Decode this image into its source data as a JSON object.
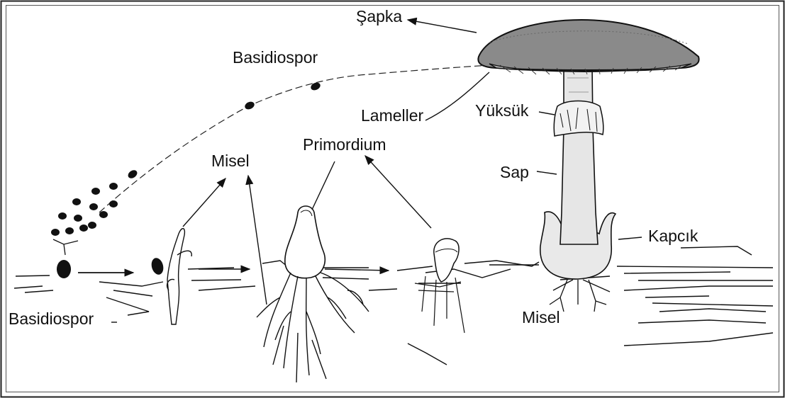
{
  "labels": {
    "sapka": "Şapka",
    "basidiospor_top": "Basidiospor",
    "lameller": "Lameller",
    "yuksuk": "Yüksük",
    "primordium": "Primordium",
    "misel_left": "Misel",
    "sap": "Sap",
    "kapcik": "Kapcık",
    "basidiospor_bottom": "Basidiospor",
    "misel_bottom": "Misel"
  },
  "colors": {
    "ink": "#111111",
    "cap_fill": "#8a8a8a",
    "stem_fill": "#e6e6e6",
    "frame": "#222222"
  }
}
